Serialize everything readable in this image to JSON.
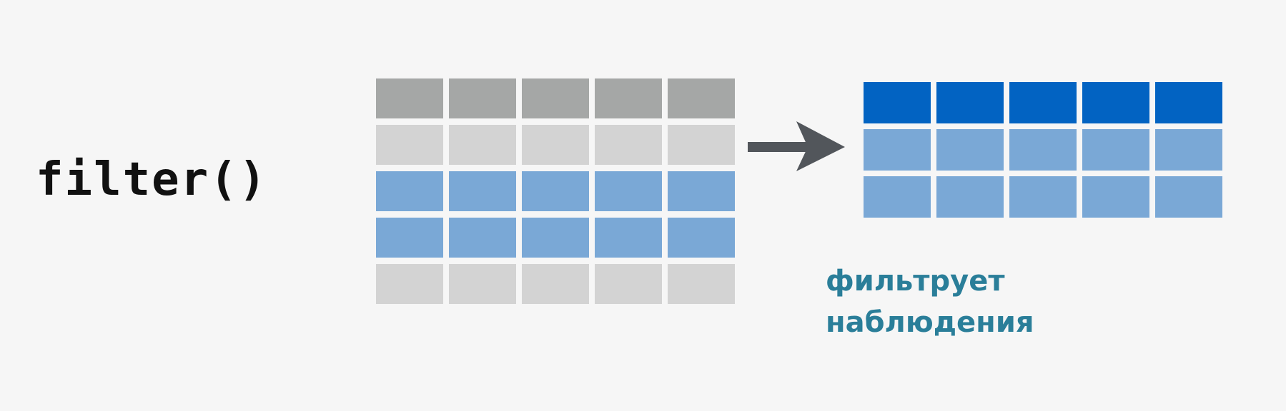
{
  "function_label": "filter()",
  "caption": {
    "line1": "фильтрует",
    "line2": "наблюдения"
  },
  "icons": {
    "arrow": "right-arrow-icon"
  },
  "colors": {
    "header_gray": "#a5a7a6",
    "light_gray": "#d3d3d3",
    "light_blue": "#7aa8d6",
    "dark_blue": "#0263c2",
    "arrow": "#52565b",
    "caption": "#2a7e99"
  },
  "input_table": {
    "columns": 5,
    "rows": [
      "header_gray",
      "light_gray",
      "light_blue",
      "light_blue",
      "light_gray"
    ]
  },
  "output_table": {
    "columns": 5,
    "rows": [
      "dark_blue",
      "light_blue",
      "light_blue"
    ]
  }
}
